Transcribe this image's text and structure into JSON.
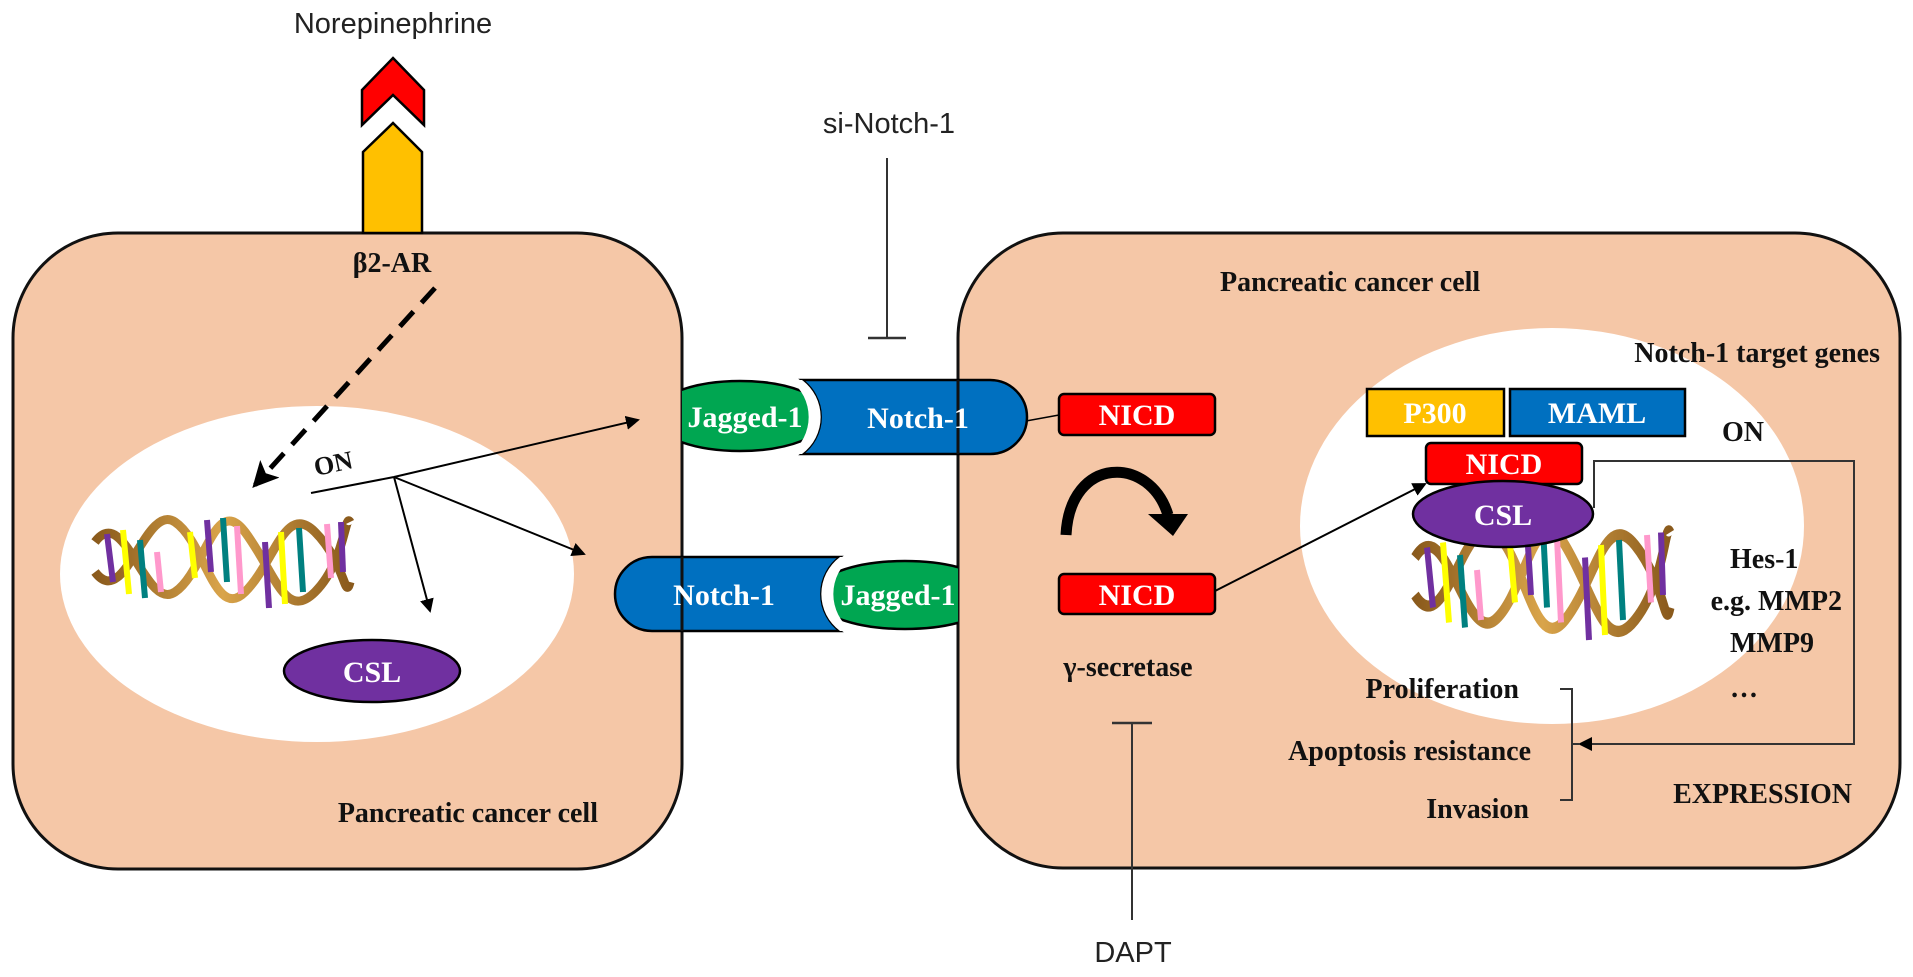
{
  "diagram": {
    "title": "β2-AR / Notch-1 signaling in pancreatic cancer cells",
    "colors": {
      "cell_fill": "#f5c7a7",
      "nucleus_fill": "#ffffff",
      "receptor_yellow": "#ffc000",
      "ligand_red": "#ff0000",
      "notch_blue": "#0070c0",
      "jagged_green": "#00a651",
      "csl_purple": "#7030a0",
      "nicd_red": "#ff0000",
      "p300_yellow": "#ffc000",
      "maml_blue": "#0070c0"
    },
    "external": {
      "ligand": "Norepinephrine",
      "inhibitor_top": "si-Notch-1",
      "inhibitor_bottom": "DAPT"
    },
    "left_cell": {
      "label": "Pancreatic cancer cell",
      "receptor": "β2-AR",
      "on_label": "ON",
      "csl": "CSL",
      "jagged": "Jagged-1",
      "notch": "Notch-1"
    },
    "right_cell": {
      "label": "Pancreatic cancer cell",
      "notch": "Notch-1",
      "jagged": "Jagged-1",
      "nicd_membrane": "NICD",
      "nicd_cleaved": "NICD",
      "enzyme": "γ-secretase",
      "nucleus": {
        "header": "Notch-1 target genes",
        "p300": "P300",
        "maml": "MAML",
        "on_label": "ON",
        "nicd": "NICD",
        "csl": "CSL",
        "genes": [
          "Hes-1",
          "e.g. MMP2",
          "MMP9",
          "…"
        ]
      },
      "outcomes": [
        "Proliferation",
        "Apoptosis resistance",
        "Invasion"
      ],
      "expression_label": "EXPRESSION"
    }
  }
}
